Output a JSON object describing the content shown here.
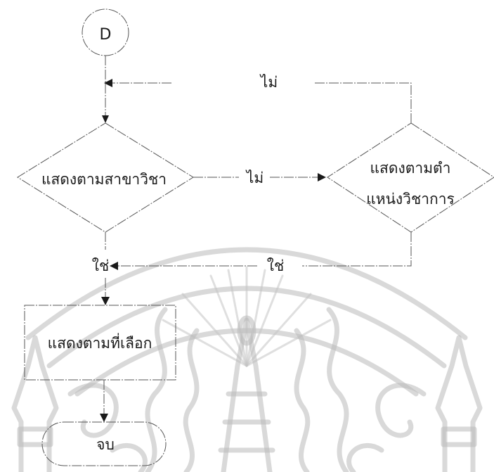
{
  "flowchart": {
    "connector_d": "D",
    "decision_subject": "แสดงตามสาขาวิชา",
    "decision_position_line1": "แสดงตามตำ",
    "decision_position_line2": "แหน่งวิชาการ",
    "process_selected": "แสดงตามที่เลือก",
    "terminal_end": "จบ",
    "edge_no_top": "ไม่",
    "edge_no_middle": "ไม่",
    "edge_yes_left": "ใช่",
    "edge_yes_right": "ใช่"
  },
  "watermark": {
    "type": "university-seal",
    "color": "#b9b9b9"
  }
}
